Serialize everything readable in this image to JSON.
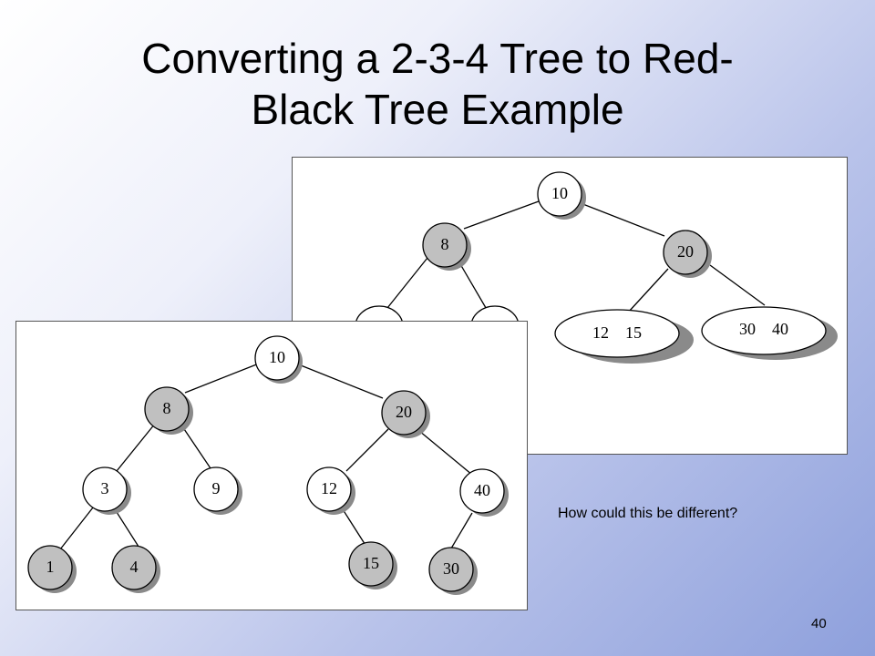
{
  "slide": {
    "title_line1": "Converting a 2-3-4 Tree to Red-",
    "title_line2": "Black Tree Example",
    "question": "How could this be different?",
    "page_number": "40"
  },
  "colors": {
    "black_node": "#c0c0c0",
    "red_node": "#ffffff",
    "stroke": "#000000",
    "shadow": "#8a8a8a"
  },
  "tree_234": {
    "nodes": [
      {
        "id": "n10",
        "keys": "10",
        "color": "white"
      },
      {
        "id": "n8",
        "keys": "8",
        "color": "gray"
      },
      {
        "id": "n20",
        "keys": "20",
        "color": "gray"
      },
      {
        "id": "n-left-a",
        "keys": "",
        "color": "white"
      },
      {
        "id": "n-left-b",
        "keys": "",
        "color": "white"
      },
      {
        "id": "n12-15",
        "keys": "12    15",
        "color": "white"
      },
      {
        "id": "n30-40",
        "keys": "30    40",
        "color": "white"
      }
    ]
  },
  "tree_rb": {
    "nodes": [
      {
        "id": "r10",
        "keys": "10",
        "color": "white"
      },
      {
        "id": "r8",
        "keys": "8",
        "color": "gray"
      },
      {
        "id": "r20",
        "keys": "20",
        "color": "gray"
      },
      {
        "id": "r3",
        "keys": "3",
        "color": "white"
      },
      {
        "id": "r9",
        "keys": "9",
        "color": "white"
      },
      {
        "id": "r12",
        "keys": "12",
        "color": "white"
      },
      {
        "id": "r40",
        "keys": "40",
        "color": "white"
      },
      {
        "id": "r1",
        "keys": "1",
        "color": "gray"
      },
      {
        "id": "r4",
        "keys": "4",
        "color": "gray"
      },
      {
        "id": "r15",
        "keys": "15",
        "color": "gray"
      },
      {
        "id": "r30",
        "keys": "30",
        "color": "gray"
      }
    ]
  }
}
